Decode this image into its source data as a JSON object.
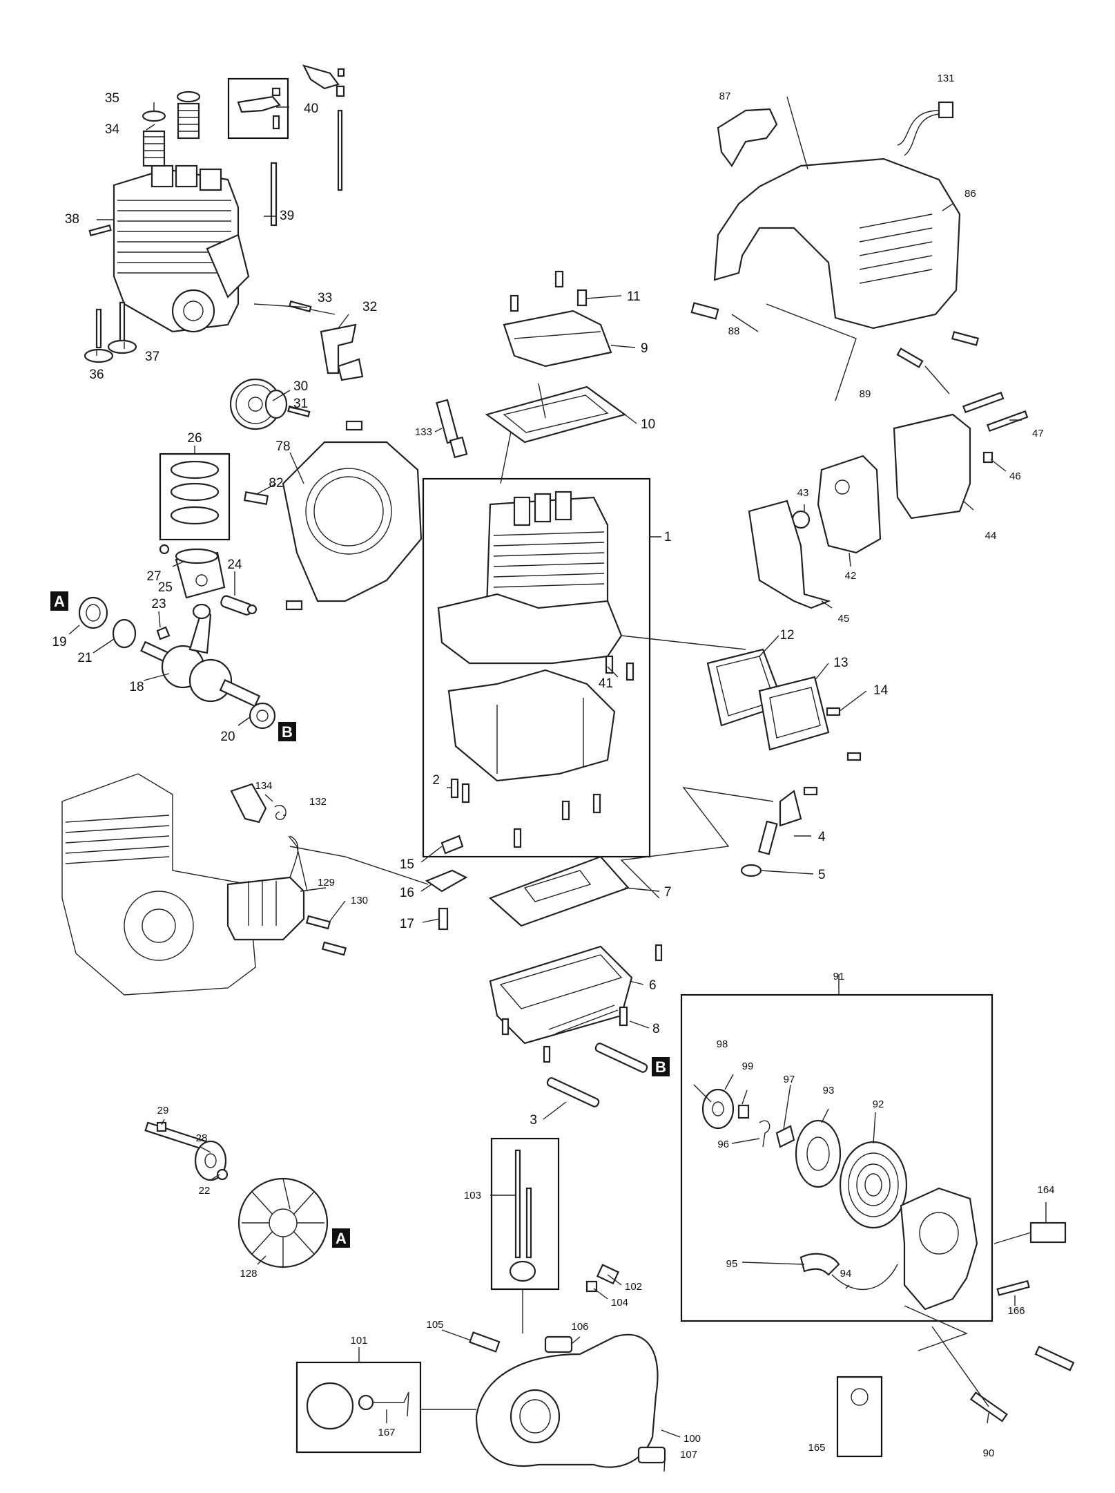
{
  "labels": {
    "n1": "1",
    "n2": "2",
    "n3": "3",
    "n4": "4",
    "n5": "5",
    "n6": "6",
    "n7": "7",
    "n8": "8",
    "n9": "9",
    "n10": "10",
    "n11": "11",
    "n12": "12",
    "n13": "13",
    "n14": "14",
    "n15": "15",
    "n16": "16",
    "n17": "17",
    "n18": "18",
    "n19": "19",
    "n20": "20",
    "n21": "21",
    "n22": "22",
    "n23": "23",
    "n24": "24",
    "n25": "25",
    "n26": "26",
    "n27": "27",
    "n28": "28",
    "n29": "29",
    "n30": "30",
    "n31": "31",
    "n32": "32",
    "n33": "33",
    "n34": "34",
    "n35": "35",
    "n36": "36",
    "n37": "37",
    "n38": "38",
    "n39": "39",
    "n40": "40",
    "n41": "41",
    "n42": "42",
    "n43": "43",
    "n44": "44",
    "n45": "45",
    "n46": "46",
    "n47": "47",
    "n78": "78",
    "n82": "82",
    "n86": "86",
    "n87": "87",
    "n88": "88",
    "n89": "89",
    "n90": "90",
    "n91": "91",
    "n92": "92",
    "n93": "93",
    "n94": "94",
    "n95": "95",
    "n96": "96",
    "n97": "97",
    "n98": "98",
    "n99": "99",
    "n100": "100",
    "n101": "101",
    "n102": "102",
    "n103": "103",
    "n104": "104",
    "n105": "105",
    "n106": "106",
    "n107": "107",
    "n128": "128",
    "n129": "129",
    "n130": "130",
    "n131": "131",
    "n132": "132",
    "n133": "133",
    "n134": "134",
    "n164": "164",
    "n165": "165",
    "n166": "166",
    "n167": "167"
  },
  "markers": {
    "a": "A",
    "b": "B"
  }
}
